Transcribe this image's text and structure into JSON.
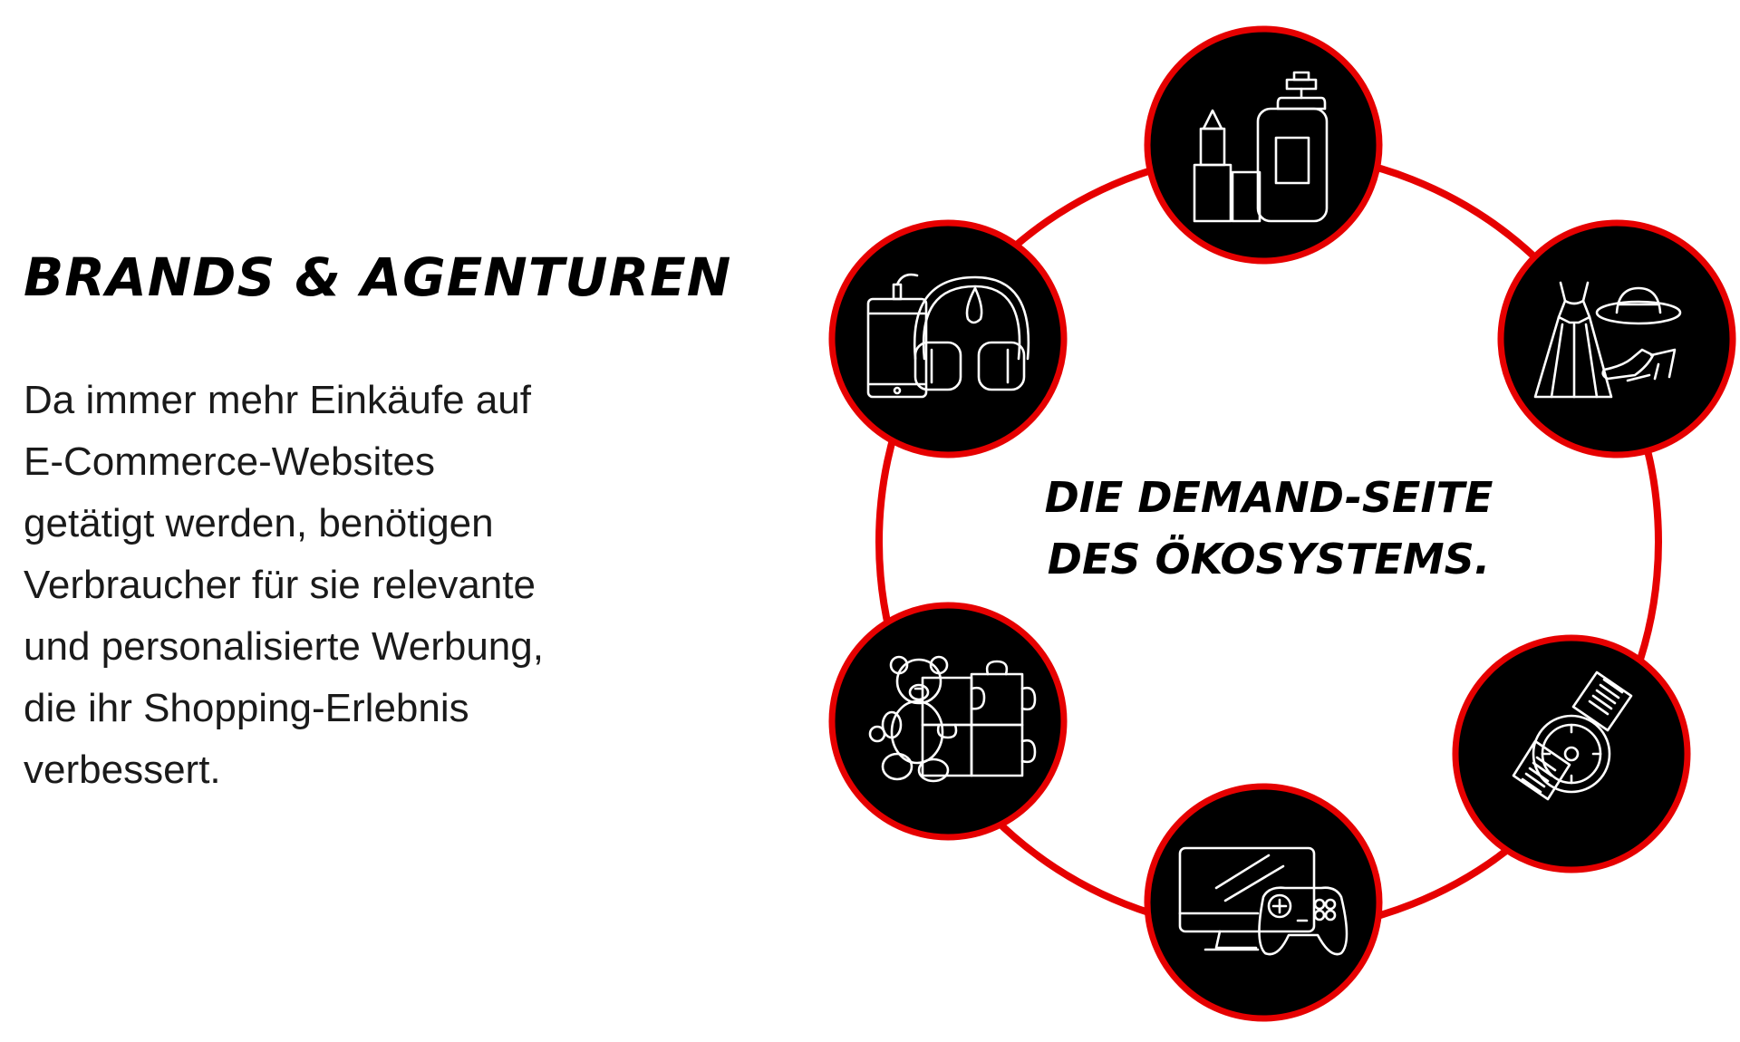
{
  "left": {
    "heading": "BRANDS & AGENTUREN",
    "body_lines": [
      "Da immer mehr Einkäufe auf",
      "E-Commerce-Websites",
      "getätigt werden, benötigen",
      "Verbraucher für sie relevante",
      "und personalisierte Werbung,",
      "die ihr Shopping-Erlebnis",
      "verbessert."
    ]
  },
  "diagram": {
    "center_lines": [
      "DIE DEMAND-SEITE",
      "DES ÖKOSYSTEMS."
    ],
    "nodes": [
      {
        "icon": "cosmetics-icon"
      },
      {
        "icon": "fashion-icon"
      },
      {
        "icon": "wristwatch-icon"
      },
      {
        "icon": "gaming-console-icon"
      },
      {
        "icon": "toys-puzzle-icon"
      },
      {
        "icon": "electronics-headphones-icon"
      }
    ],
    "colors": {
      "ring": "#e60000",
      "node_fill": "#000000",
      "icon_stroke": "#ffffff"
    }
  }
}
